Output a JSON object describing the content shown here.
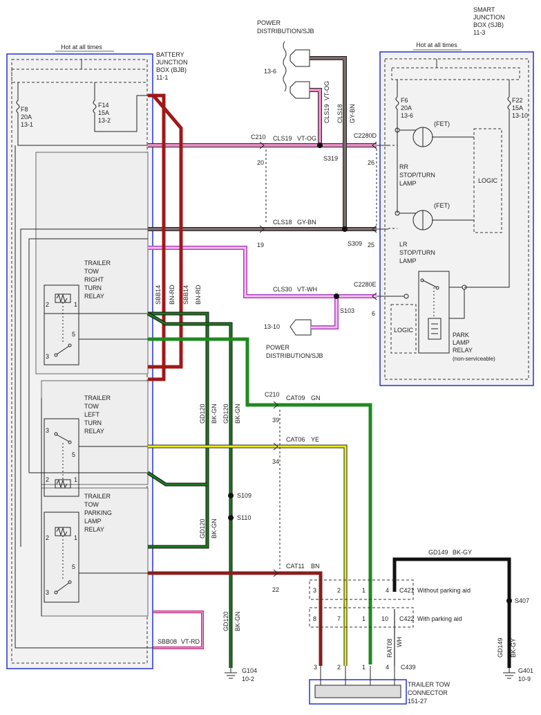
{
  "bjb": {
    "hot": "Hot at all times",
    "title": [
      "BATTERY",
      "JUNCTION",
      "BOX (BJB)",
      "11-1"
    ]
  },
  "sjb": {
    "hot": "Hot at all times",
    "title": [
      "SMART",
      "JUNCTION",
      "BOX (SJB)",
      "11-3"
    ]
  },
  "pdist_top": [
    "POWER",
    "DISTRIBUTION/SJB"
  ],
  "pdist_top_ref": "13-6",
  "pdist_bottom": [
    "POWER",
    "DISTRIBUTION/SJB"
  ],
  "pdist_bottom_ref": "13-10",
  "fuses": {
    "f8": [
      "F8",
      "20A",
      "13-1"
    ],
    "f14": [
      "F14",
      "15A",
      "13-2"
    ],
    "f6": [
      "F6",
      "20A",
      "13-6"
    ],
    "f22": [
      "F22",
      "15A",
      "13-10"
    ]
  },
  "relays": {
    "right_turn": [
      "TRAILER",
      "TOW",
      "RIGHT",
      "TURN",
      "RELAY"
    ],
    "left_turn": [
      "TRAILER",
      "TOW",
      "LEFT",
      "TURN",
      "RELAY"
    ],
    "parking": [
      "TRAILER",
      "TOW",
      "PARKING",
      "LAMP",
      "RELAY"
    ],
    "park_lamp": [
      "PARK",
      "LAMP",
      "RELAY",
      "(non-serviceable)"
    ]
  },
  "pins": {
    "p1": "1",
    "p2": "2",
    "p3": "3",
    "p5": "5"
  },
  "lamps": {
    "rr": [
      "RR",
      "STOP/TURN",
      "LAMP"
    ],
    "lr": [
      "LR",
      "STOP/TURN",
      "LAMP"
    ],
    "fet": "(FET)"
  },
  "logic": "LOGIC",
  "circuits": {
    "c210": "C210",
    "cls19": "CLS19",
    "vt_og": "VT-OG",
    "gy_bn": "GY-BN",
    "cls18": "CLS18",
    "c2280d": "C2280D",
    "s319": "S319",
    "s309": "S309",
    "c2280e": "C2280E",
    "cls30": "CLS30",
    "vt_wh": "VT-WH",
    "s103": "S103",
    "sbb14": "SBB14",
    "bn_rd": "BN-RD",
    "gd120": "GD120",
    "bk_gn": "BK-GN",
    "cat09": "CAT09",
    "gn": "GN",
    "cat06": "CAT06",
    "ye": "YE",
    "s109": "S109",
    "s110": "S110",
    "cat11": "CAT11",
    "bn": "BN",
    "gd149": "GD149",
    "bk_gy": "BK-GY",
    "s407": "S407",
    "sbb08": "SBB08",
    "vt_rd": "VT-RD",
    "rat08": "RAT08",
    "wh": "WH",
    "c421": "C421",
    "c422": "C422",
    "c439": "C439"
  },
  "pin_nums": {
    "n20": "20",
    "n26": "26",
    "n19": "19",
    "n25": "25",
    "n6": "6",
    "n39": "39",
    "n34": "34",
    "n22": "22",
    "n4": "4",
    "n10": "10",
    "n7": "7",
    "n8": "8"
  },
  "notes": {
    "without": "Without parking aid",
    "with": "With parking aid"
  },
  "grounds": {
    "g104": [
      "G104",
      "10-2"
    ],
    "g401": [
      "G401",
      "10-9"
    ]
  },
  "connector": [
    "TRAILER TOW",
    "CONNECTOR",
    "151-27"
  ]
}
